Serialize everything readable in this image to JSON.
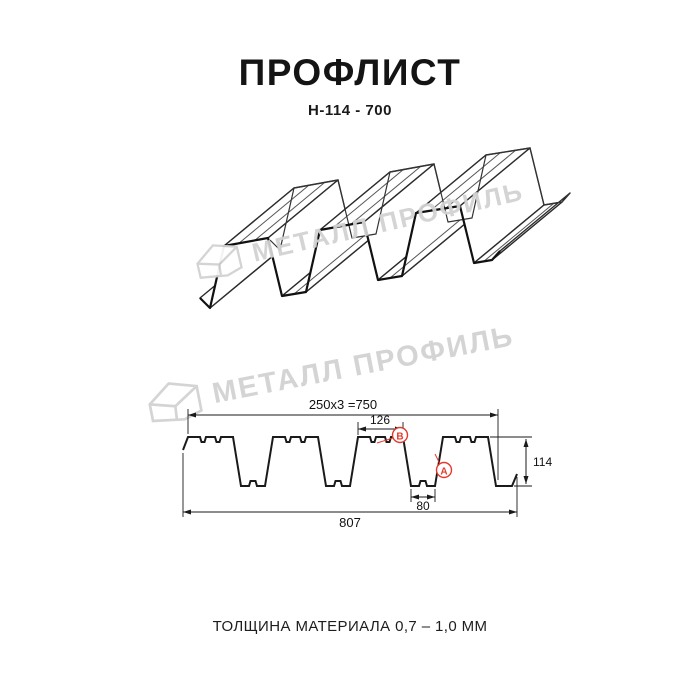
{
  "header": {
    "title": "ПРОФЛИСТ",
    "subtitle": "Н-114 - 700"
  },
  "watermark": {
    "text": "МЕТАЛЛ ПРОФИЛЬ"
  },
  "drawing": {
    "product": "Профлист Н-114-700",
    "dims": {
      "working_width": "250x3 =750",
      "crest_width": "126",
      "height": "114",
      "valley_width": "80",
      "overall_width": "807"
    },
    "markers": {
      "a": "А",
      "b": "В"
    }
  },
  "footer": {
    "note": "ТОЛЩИНА МАТЕРИАЛА 0,7 – 1,0 ММ"
  }
}
